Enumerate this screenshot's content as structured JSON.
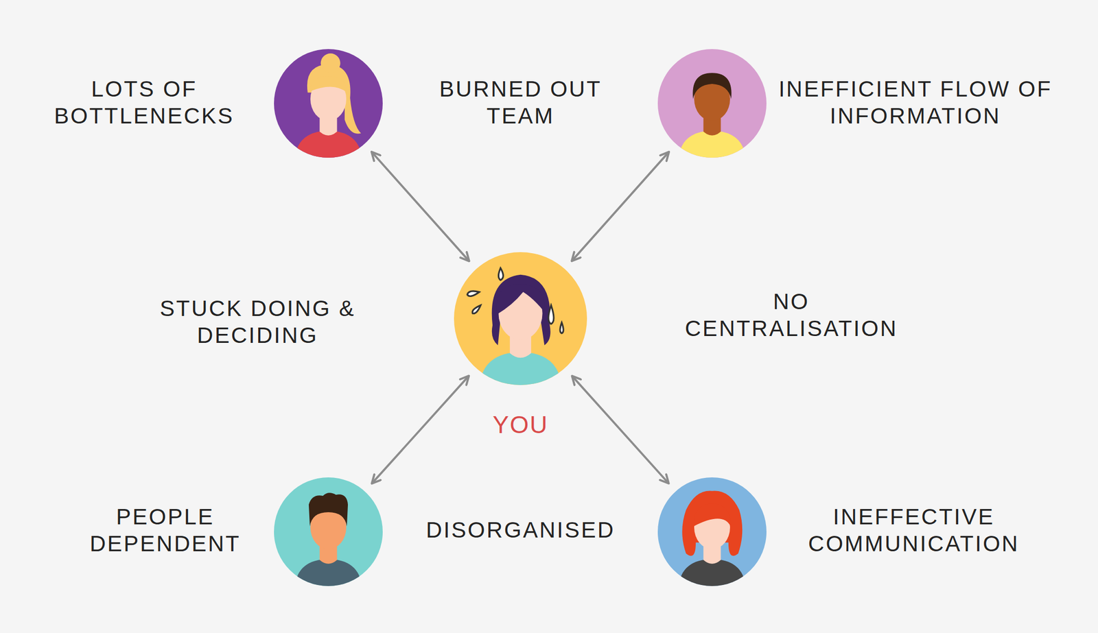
{
  "diagram": {
    "nodes": [
      {
        "text": [
          "LOTS OF BOTTLENECKS"
        ]
      },
      {
        "text": [
          "INEFFICIENT FLOW OF INFORMATION"
        ]
      },
      {
        "text": [
          "YOU"
        ]
      },
      {
        "text": [
          "PEOPLE DEPENDENT"
        ]
      },
      {
        "text": [
          "INEFFECTIVE COMMUNICATION"
        ]
      }
    ],
    "edges": [
      {
        "from": 2,
        "to": 0,
        "arrow": "both"
      },
      {
        "from": 2,
        "to": 1,
        "arrow": "both"
      },
      {
        "from": 2,
        "to": 3,
        "arrow": "both"
      },
      {
        "from": 2,
        "to": 4,
        "arrow": "both"
      }
    ],
    "labels": [
      "BURNED OUT TEAM",
      "STUCK DOING & DECIDING",
      "NO CENTRALISATION",
      "DISORGANISED"
    ]
  }
}
